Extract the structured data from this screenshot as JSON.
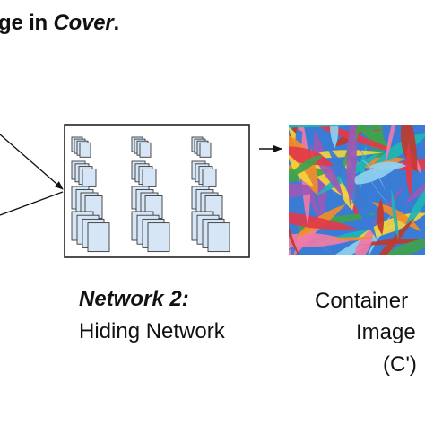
{
  "caption": {
    "prefix": "ge in ",
    "emphasis": "Cover",
    "suffix": "."
  },
  "network": {
    "title": "Network 2:",
    "subtitle": "Hiding Network"
  },
  "output": {
    "line1": "Container",
    "line2": "Image",
    "line3": "(C')"
  },
  "colors": {
    "frame": "#222222",
    "layer_fill": "#d6e6f6",
    "layer_stroke": "#3a3a3a",
    "container_palette": [
      "#e2394a",
      "#f4d23c",
      "#3fa34d",
      "#3a7bd5",
      "#9b59b6",
      "#f28c28",
      "#1fb5b5",
      "#f07aa8",
      "#8fd0f0",
      "#c0392b"
    ]
  },
  "icons": [
    "arrow-right-icon"
  ]
}
